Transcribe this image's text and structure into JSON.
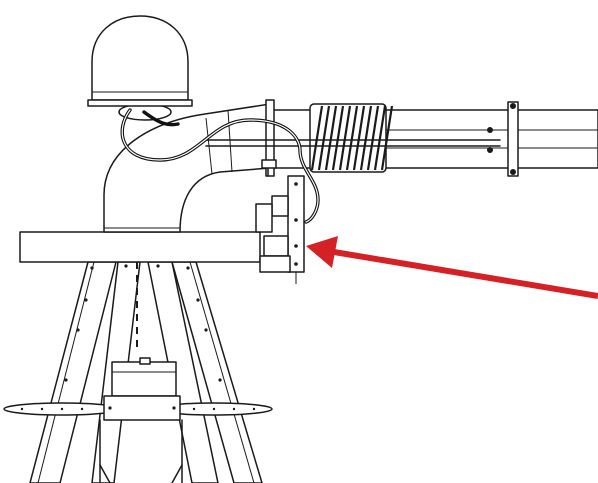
{
  "diagram": {
    "components": [
      {
        "name": "radome",
        "icon": "dome-antenna-icon"
      },
      {
        "name": "pedestal-elbow",
        "icon": "elbow-pipe-icon"
      },
      {
        "name": "horizontal-arm",
        "icon": "pipe-icon"
      },
      {
        "name": "bellows-coupling",
        "icon": "bellows-icon"
      },
      {
        "name": "flange-joint",
        "icon": "flange-icon"
      },
      {
        "name": "mounting-platform",
        "icon": "platform-icon"
      },
      {
        "name": "tripod-mast",
        "icon": "mast-icon"
      },
      {
        "name": "junction-box",
        "icon": "bracket-icon"
      },
      {
        "name": "cable-run",
        "icon": "cable-icon"
      }
    ],
    "callout": {
      "icon": "arrow-icon",
      "color": "#d42126",
      "points_to": "junction-box"
    }
  }
}
